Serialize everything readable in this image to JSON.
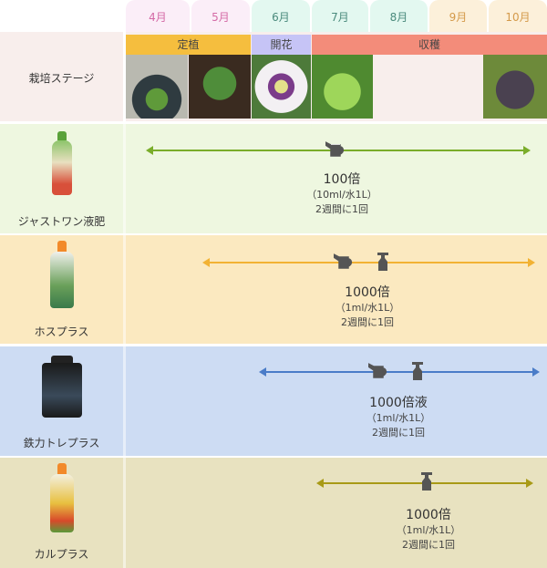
{
  "months": [
    "4月",
    "5月",
    "6月",
    "7月",
    "8月",
    "9月",
    "10月"
  ],
  "stage": {
    "label": "栽培ステージ",
    "bands": [
      "定植",
      "開花",
      "収穫"
    ]
  },
  "products": [
    {
      "name": "ジャストワン液肥",
      "dilution": "100倍",
      "ratio": "（10ml/水1L）",
      "frequency": "2週間に1回",
      "color": "#7aad2a",
      "icons": [
        "watering-can-icon"
      ]
    },
    {
      "name": "ホスプラス",
      "dilution": "1000倍",
      "ratio": "（1ml/水1L）",
      "frequency": "2週間に1回",
      "color": "#f2b233",
      "icons": [
        "watering-can-icon",
        "spray-bottle-icon"
      ]
    },
    {
      "name": "鉄力トレプラス",
      "dilution": "1000倍液",
      "ratio": "（1ml/水1L）",
      "frequency": "2週間に1回",
      "color": "#4a7cc8",
      "icons": [
        "watering-can-icon",
        "spray-bottle-icon"
      ]
    },
    {
      "name": "カルプラス",
      "dilution": "1000倍",
      "ratio": "（1ml/水1L）",
      "frequency": "2週間に1回",
      "color": "#a89a16",
      "icons": [
        "spray-bottle-icon"
      ]
    }
  ]
}
